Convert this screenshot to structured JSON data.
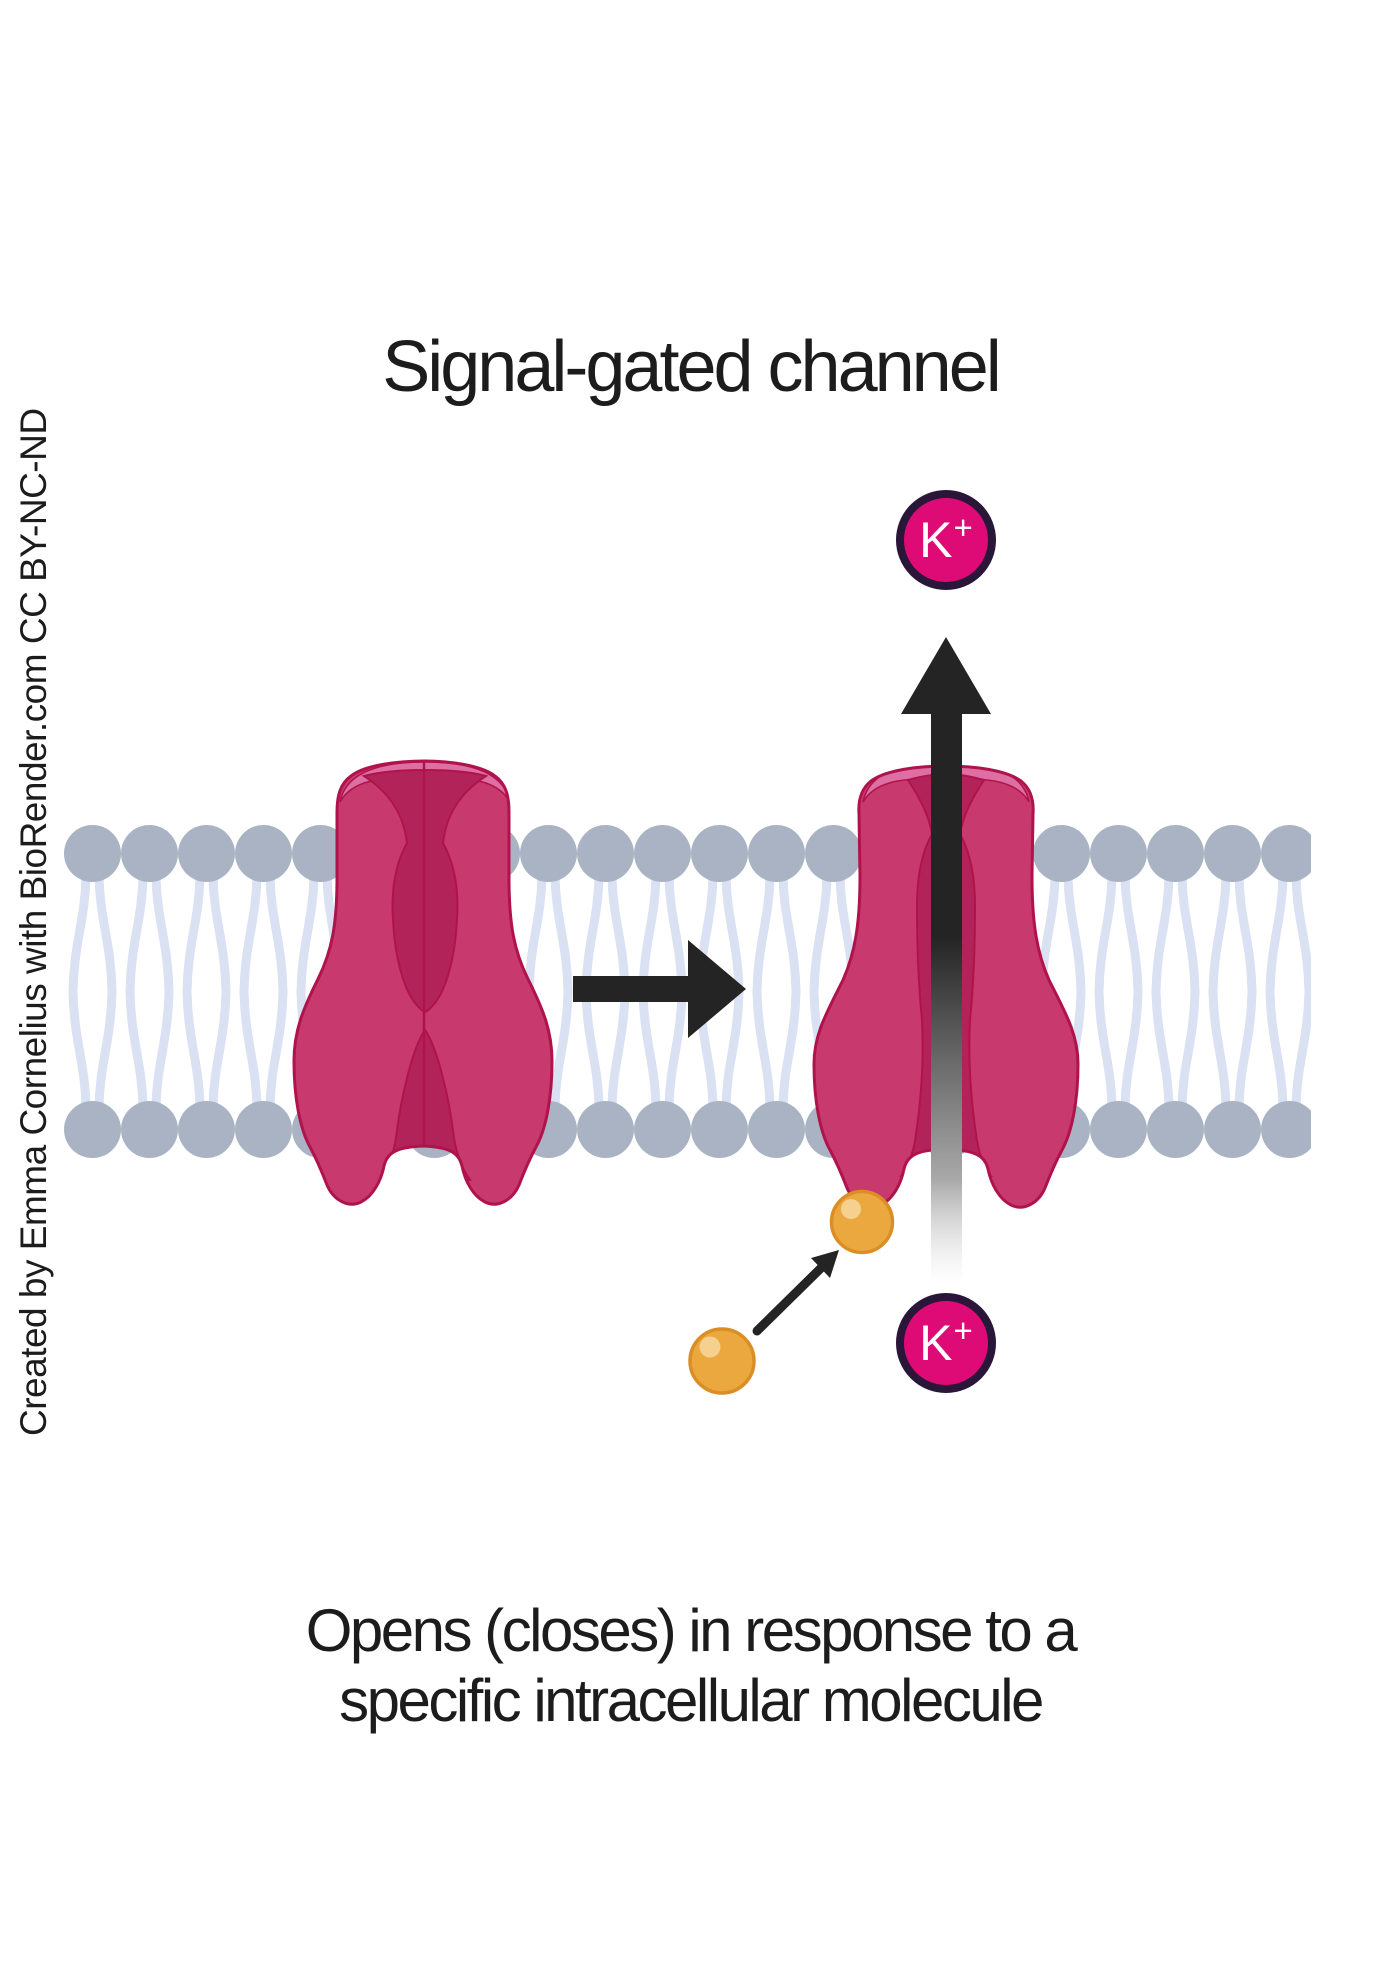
{
  "title": "Signal-gated channel",
  "attribution": "Created by Emma Cornelius with BioRender.com CC BY-NC-ND",
  "caption": {
    "line1": "Opens (closes) in response to a",
    "line2": "specific intracellular molecule"
  },
  "ions": {
    "extracellular": {
      "symbol": "K",
      "charge": "+"
    },
    "intracellular": {
      "symbol": "K",
      "charge": "+"
    }
  },
  "colors": {
    "background": "#FFFFFF",
    "text": "#1C1C1C",
    "lipid_head": "#A9B3C3",
    "lipid_tail": "#D9E1F2",
    "channel_body": "#C8396D",
    "channel_inner": "#B22459",
    "channel_rim": "#DD6FA3",
    "channel_outline": "#B0134B",
    "arrow": "#242424",
    "ion_fill": "#DE0B76",
    "ion_outline": "#2A1638",
    "ligand_fill": "#EBA83F",
    "ligand_outline": "#DA8E25",
    "ligand_highlight": "#F5D08E"
  }
}
